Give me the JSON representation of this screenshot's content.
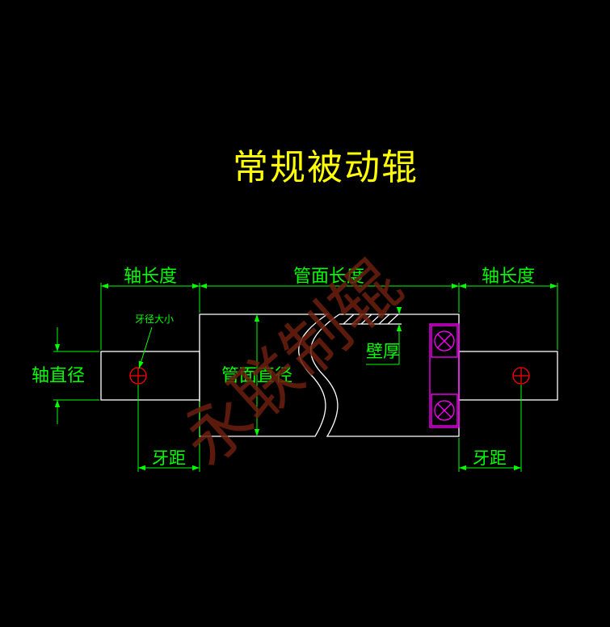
{
  "title": "常规被动辊",
  "labels": {
    "shaft_length_left": "轴长度",
    "tube_face_length": "管面长度",
    "shaft_length_right": "轴长度",
    "thread_size": "牙径大小",
    "shaft_diameter": "轴直径",
    "tube_diameter": "管面直径",
    "wall_thickness": "壁厚",
    "thread_pitch_left": "牙距",
    "thread_pitch_right": "牙距"
  },
  "watermark": "永联制辊",
  "colors": {
    "background": "#000000",
    "title": "#ffff00",
    "outline": "#ffffff",
    "dimension": "#00ff00",
    "hole": "#ff0000",
    "bearing": "#ff00ff",
    "watermark": "#6b1e0e"
  }
}
